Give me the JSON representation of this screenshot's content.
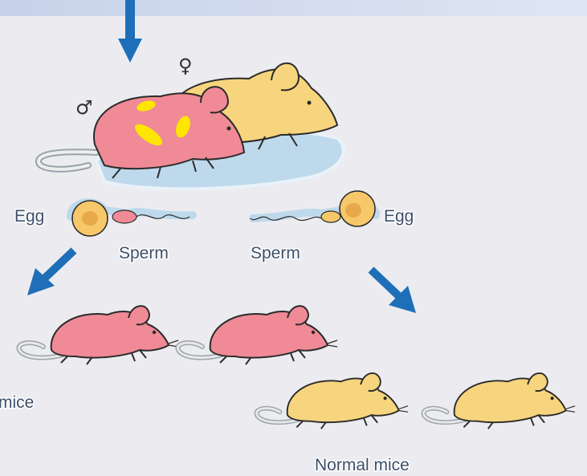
{
  "diagram": {
    "labels": {
      "male_symbol": "♂",
      "female_symbol": "♀",
      "egg_left": "Egg",
      "egg_right": "Egg",
      "sperm_left": "Sperm",
      "sperm_right": "Sperm",
      "mice_left_partial": "mice",
      "normal_mice": "Normal mice"
    },
    "colors": {
      "background": "#ececf0",
      "top_band": "#c9d3e8",
      "arrow": "#1e6fb8",
      "pink_mouse": "#ef8a96",
      "yellow_mouse": "#f6d57e",
      "spots": "#ffe600",
      "halo": "#bfd9ec",
      "outline": "#2b2b2b"
    }
  }
}
